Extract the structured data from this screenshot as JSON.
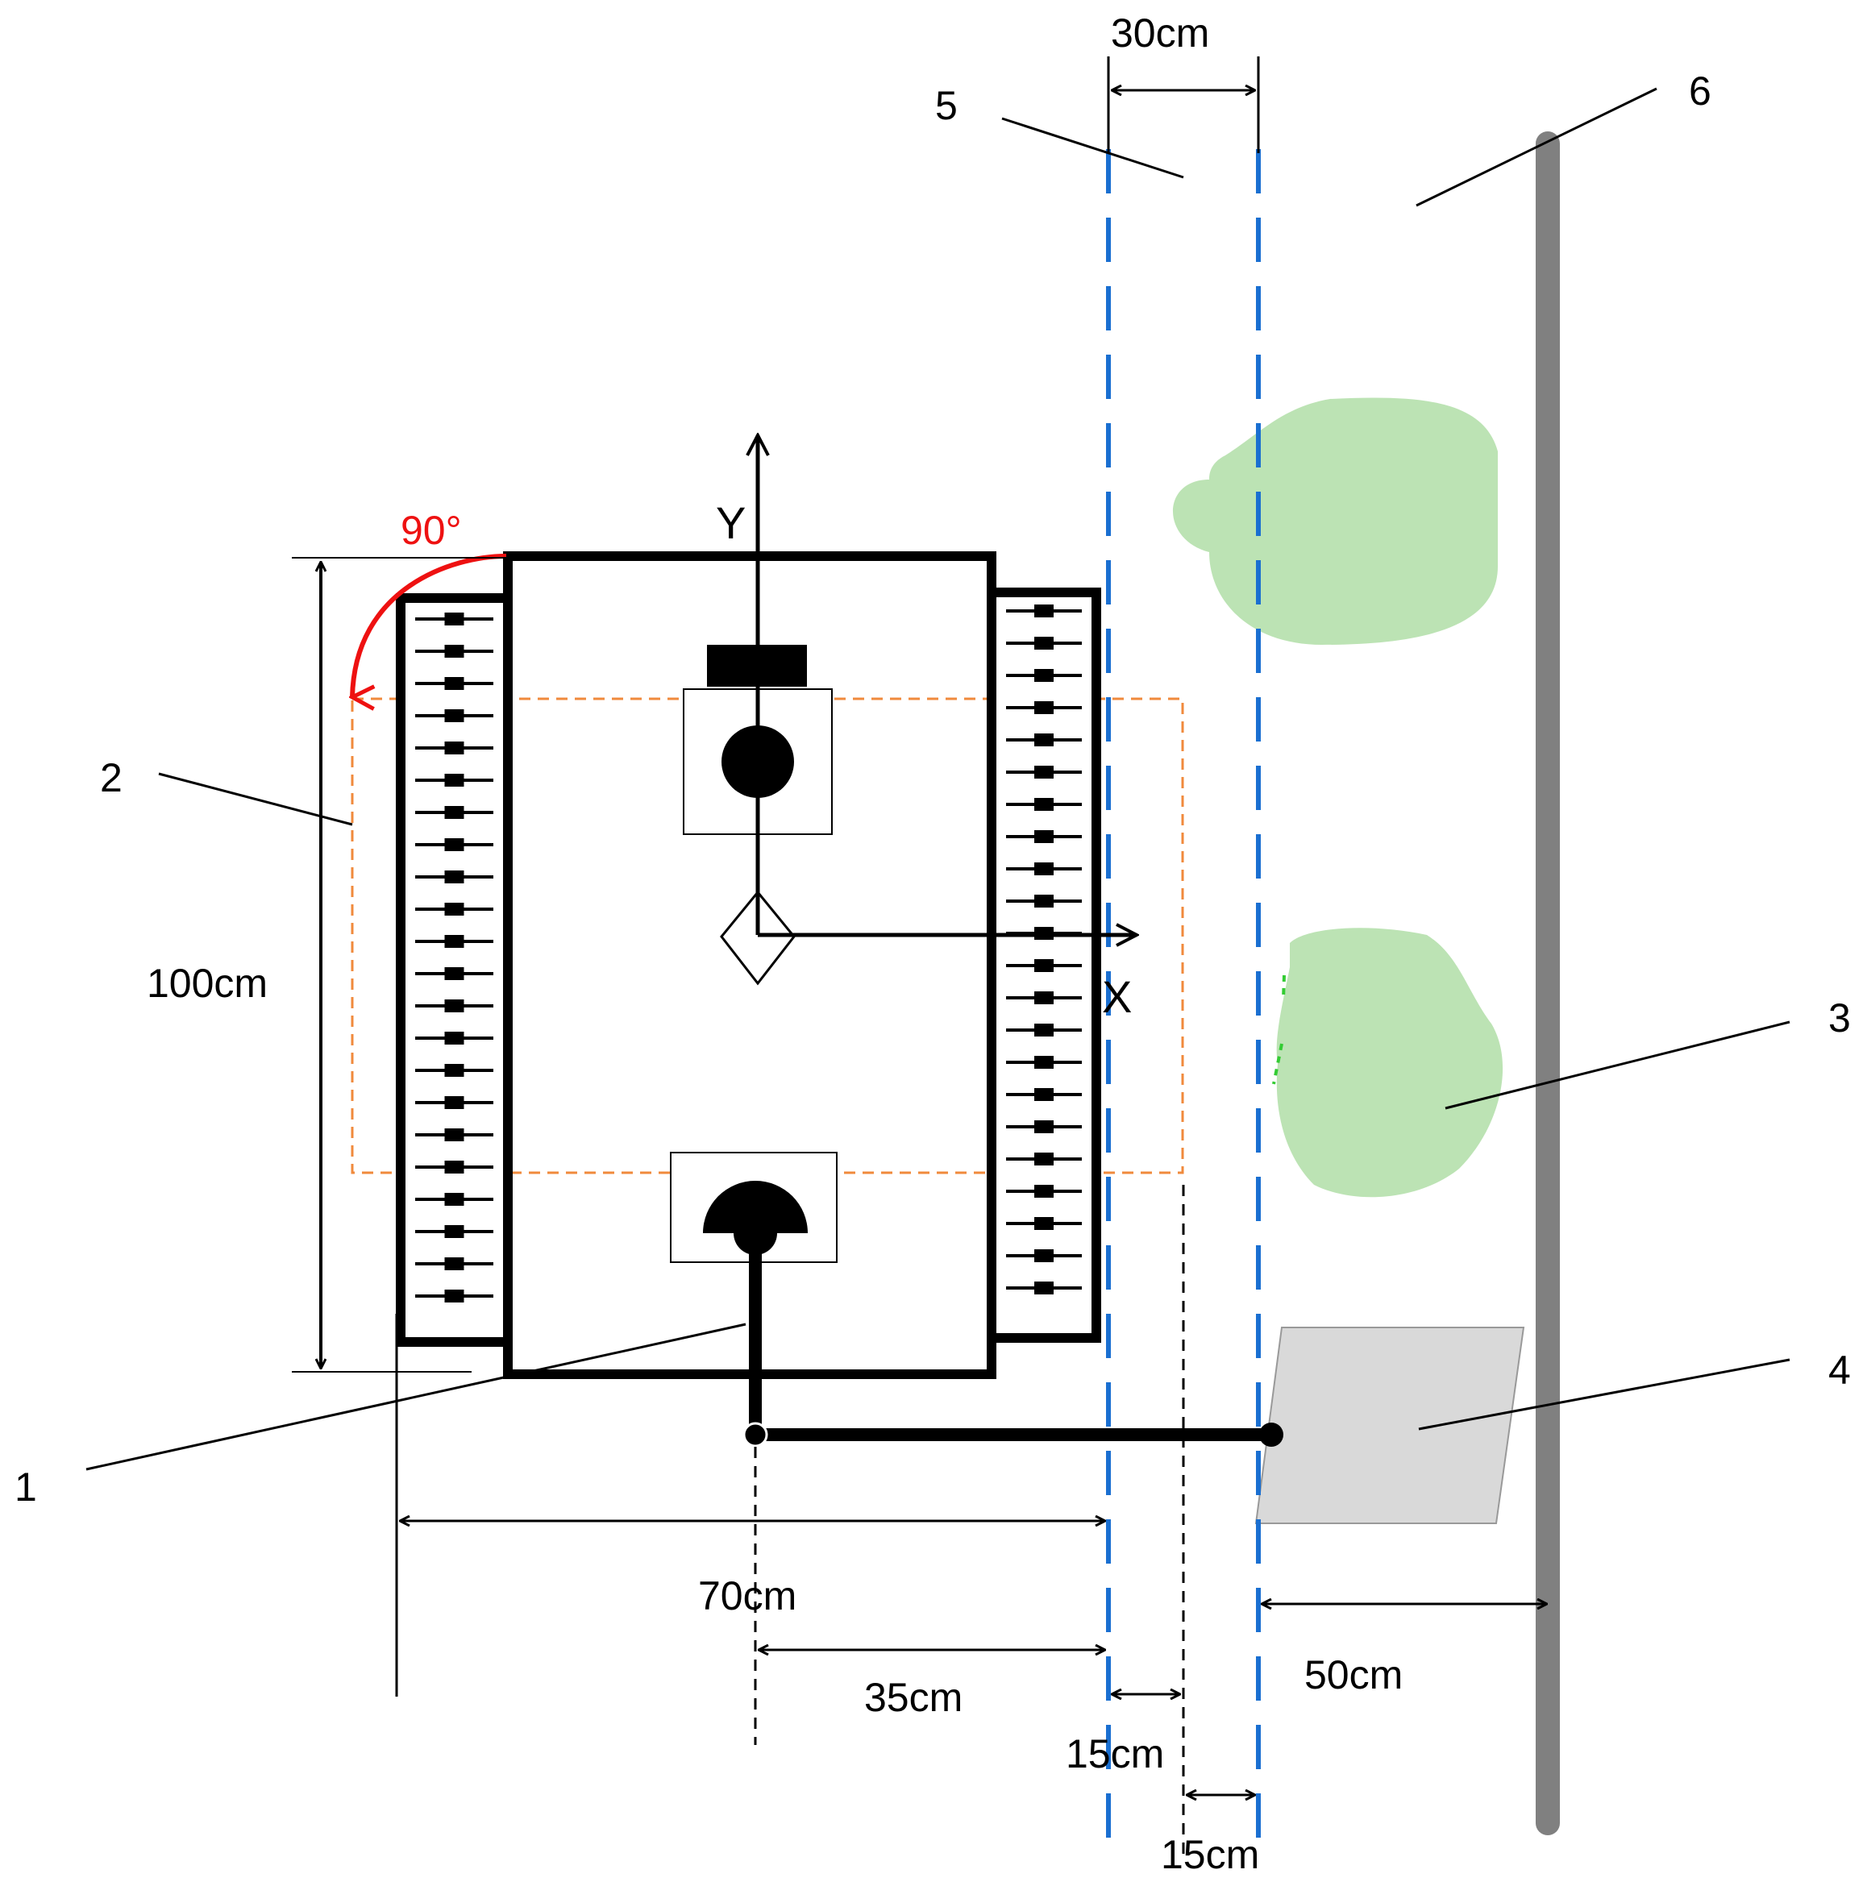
{
  "labels": {
    "n1": "1",
    "n2": "2",
    "n3": "3",
    "n4": "4",
    "n5": "5",
    "n6": "6"
  },
  "dimensions": {
    "width_30": "30cm",
    "height_100": "100cm",
    "width_70": "70cm",
    "width_35": "35cm",
    "width_15a": "15cm",
    "width_15b": "15cm",
    "width_50": "50cm"
  },
  "axes": {
    "x": "X",
    "y": "Y"
  },
  "rotation": {
    "angle": "90°"
  },
  "colors": {
    "line": "#000000",
    "rotation_arrow": "#ee1111",
    "dashed_boundary": "#1a6fd1",
    "field_outline": "#f08a3c",
    "plant": "#bce3b4",
    "plant_edge": "#33cc33",
    "tray": "#d9d9d9",
    "wall": "#808080"
  }
}
